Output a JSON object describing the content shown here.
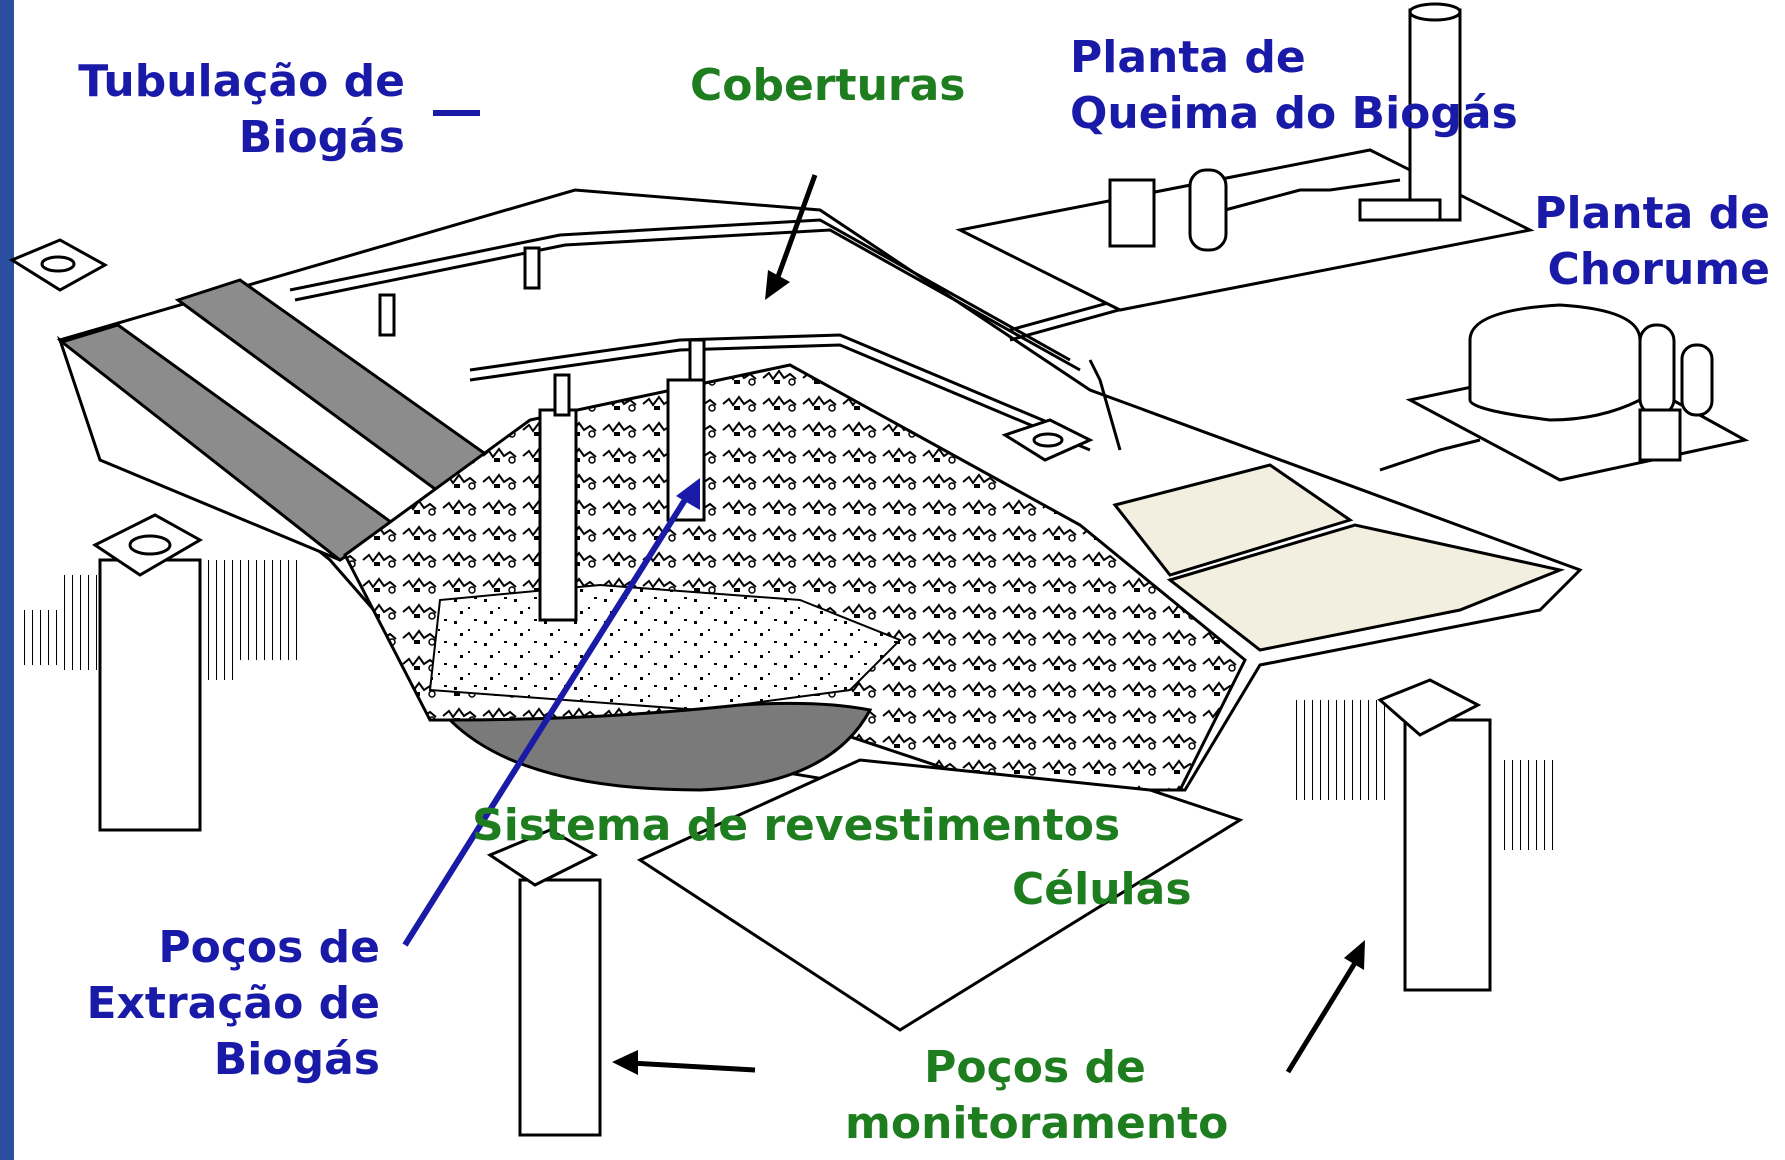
{
  "labels": {
    "tubulacao": [
      "Tubulação de",
      "Biogás"
    ],
    "coberturas": "Coberturas",
    "planta_queima": [
      "Planta de",
      "Queima do Biogás"
    ],
    "planta_chorume": [
      "Planta de",
      "Chorume"
    ],
    "sistema_revestimentos": "Sistema de revestimentos",
    "celulas": "Células",
    "pocos_extracao": [
      "Poços de",
      "Extração de",
      "Biogás"
    ],
    "pocos_monitoramento": [
      "Poços de",
      "monitoramento"
    ]
  },
  "colors": {
    "blue_label": "#1a1aa8",
    "green_label": "#1e7d1e",
    "liner": "#7a7a7a",
    "cover_band": "#8c8c8c",
    "cap_band": "#f3efe0"
  }
}
